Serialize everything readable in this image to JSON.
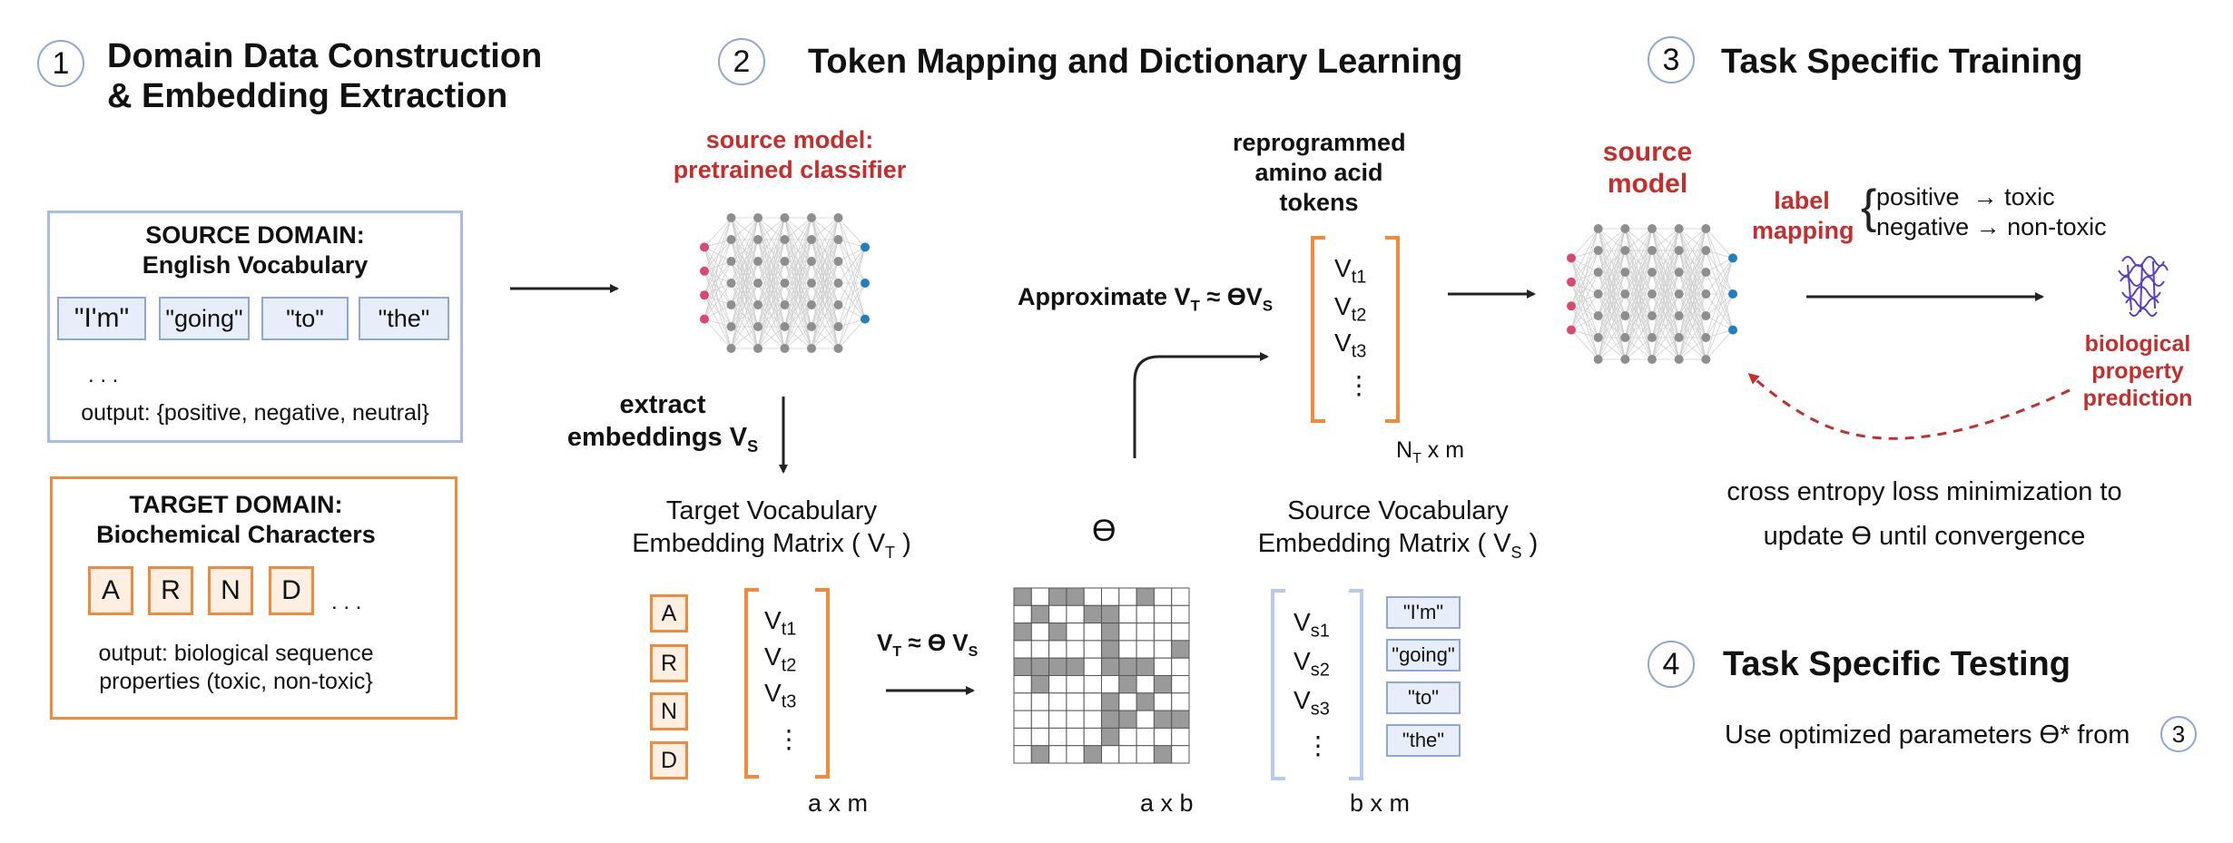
{
  "steps": [
    {
      "number": "1",
      "title": "Domain Data Construction\n& Embedding Extraction"
    },
    {
      "number": "2",
      "title": "Token Mapping and Dictionary Learning"
    },
    {
      "number": "3",
      "title": "Task Specific Training"
    },
    {
      "number": "4",
      "title": "Task Specific Testing"
    }
  ],
  "source_domain": {
    "header": "SOURCE DOMAIN:\nEnglish Vocabulary",
    "words": [
      "\"I'm\"",
      "\"going\"",
      "\"to\"",
      "\"the\""
    ],
    "ellipsis": ". . .",
    "output": "output: {positive, negative,  neutral}"
  },
  "target_domain": {
    "header": "TARGET DOMAIN:\nBiochemical Characters",
    "letters": [
      "A",
      "R",
      "N",
      "D"
    ],
    "ellipsis": ". . .",
    "output": "output: biological sequence\nproperties (toxic, non-toxic}"
  },
  "source_model_label": "source model:\npretrained classifier",
  "extract_label": "extract\nembeddings V",
  "extract_sub": "S",
  "target_matrix": {
    "title": "Target Vocabulary\nEmbedding Matrix ( V",
    "title_sub": "T",
    "title_end": " )",
    "letters": [
      "A",
      "R",
      "N",
      "D"
    ],
    "vectors": [
      {
        "base": "V",
        "sub": "t1"
      },
      {
        "base": "V",
        "sub": "t2"
      },
      {
        "base": "V",
        "sub": "t3"
      }
    ],
    "dots": "⋮",
    "dims": "a x m"
  },
  "eq_label": {
    "v": "V",
    "t": "T",
    "rest": " ≈ ϴ V",
    "s": "S"
  },
  "theta_symbol": "ϴ",
  "theta_dims": "a x b",
  "theta_grid": [
    "1011000100",
    "0100110000",
    "1010010000",
    "0000010001",
    "1111011100",
    "0100001010",
    "0000010100",
    "0000011011",
    "0000010000",
    "0100100010"
  ],
  "source_matrix": {
    "title": "Source Vocabulary\nEmbedding  Matrix ( V",
    "title_sub": "S",
    "title_end": " )",
    "vectors": [
      {
        "base": "V",
        "sub": "s1"
      },
      {
        "base": "V",
        "sub": "s2"
      },
      {
        "base": "V",
        "sub": "s3"
      }
    ],
    "dots": "⋮",
    "words": [
      "\"I'm\"",
      "\"going\"",
      "\"to\"",
      "\"the\""
    ],
    "dims": "b x m"
  },
  "approx_label": {
    "pre": "Approximate V",
    "t": "T",
    "mid": " ≈ ϴV",
    "s": "S"
  },
  "reprogrammed": {
    "title": "reprogrammed\namino acid\ntokens",
    "vectors": [
      {
        "base": "V",
        "sub": "t1"
      },
      {
        "base": "V",
        "sub": "t2"
      },
      {
        "base": "V",
        "sub": "t3"
      }
    ],
    "dots": "⋮",
    "dims_pre": "N",
    "dims_sub": "T",
    "dims_post": " x m"
  },
  "training": {
    "source_model": "source\nmodel",
    "label_mapping": "label\nmapping",
    "mappings": [
      {
        "from": "positive",
        "arrow": "→",
        "to": "toxic"
      },
      {
        "from": "negative",
        "arrow": "→",
        "to": "non-toxic"
      }
    ],
    "prediction": "biological\nproperty\nprediction",
    "loss_text": "cross entropy loss minimization to\nupdate ϴ until convergence"
  },
  "testing": {
    "text": "Use optimized parameters ϴ* from",
    "ref": "3"
  },
  "colors": {
    "orange": "#f08a3c",
    "blue": "#8fa6d6",
    "red": "#c62d2d",
    "node_pink": "#d9486e",
    "node_blue": "#1f7fbf",
    "node_gray": "#8e8e8e"
  }
}
